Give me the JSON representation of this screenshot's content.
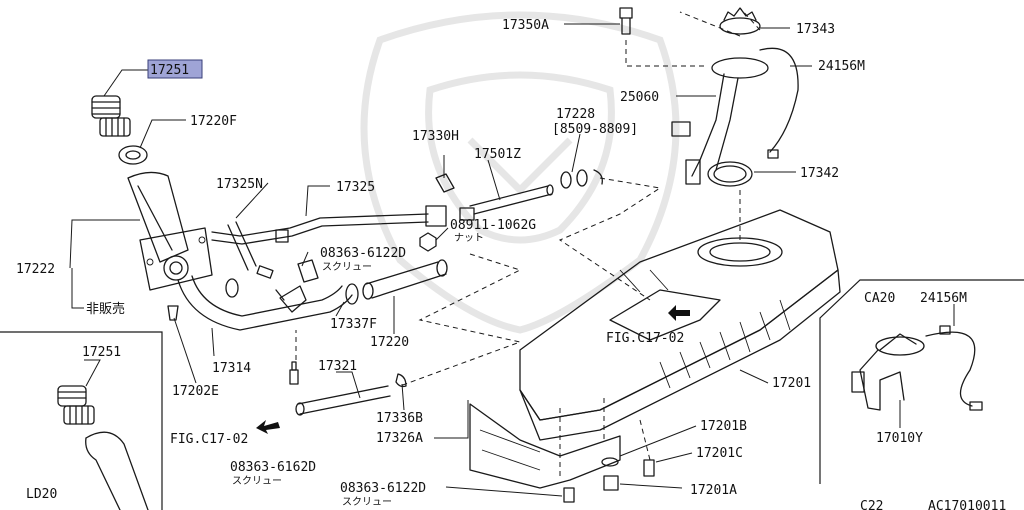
{
  "diagram": {
    "main_labels": [
      {
        "id": "p17251",
        "text": "17251",
        "highlight": true
      },
      {
        "id": "p17220F",
        "text": "17220F"
      },
      {
        "id": "p17222",
        "text": "17222"
      },
      {
        "id": "p_nonsale",
        "text": "非販売"
      },
      {
        "id": "p17325N",
        "text": "17325N"
      },
      {
        "id": "p17325",
        "text": "17325"
      },
      {
        "id": "p17330H",
        "text": "17330H"
      },
      {
        "id": "p17501Z",
        "text": "17501Z"
      },
      {
        "id": "p17228",
        "text": "17228"
      },
      {
        "id": "p17228_range",
        "text": "[8509-8809]"
      },
      {
        "id": "p17350A",
        "text": "17350A"
      },
      {
        "id": "p17343",
        "text": "17343"
      },
      {
        "id": "p24156M",
        "text": "24156M"
      },
      {
        "id": "p25060",
        "text": "25060"
      },
      {
        "id": "p17342",
        "text": "17342"
      },
      {
        "id": "p08911",
        "text": "08911-1062G"
      },
      {
        "id": "p08911_sub",
        "text": "ナット"
      },
      {
        "id": "p08363a",
        "text": "08363-6122D"
      },
      {
        "id": "p08363a_sub",
        "text": "スクリュー"
      },
      {
        "id": "p17337F",
        "text": "17337F"
      },
      {
        "id": "p17220",
        "text": "17220"
      },
      {
        "id": "p17314",
        "text": "17314"
      },
      {
        "id": "p17202E",
        "text": "17202E"
      },
      {
        "id": "p17321",
        "text": "17321"
      },
      {
        "id": "p17336B",
        "text": "17336B"
      },
      {
        "id": "p17326A",
        "text": "17326A"
      },
      {
        "id": "pfig1",
        "text": "FIG.C17-02"
      },
      {
        "id": "pfig2",
        "text": "FIG.C17-02"
      },
      {
        "id": "p08363b",
        "text": "08363-6162D"
      },
      {
        "id": "p08363b_sub",
        "text": "スクリュー"
      },
      {
        "id": "p08363c",
        "text": "08363-6122D"
      },
      {
        "id": "p08363c_sub",
        "text": "スクリュー"
      },
      {
        "id": "p17201",
        "text": "17201"
      },
      {
        "id": "p17201B",
        "text": "17201B"
      },
      {
        "id": "p17201C",
        "text": "17201C"
      },
      {
        "id": "p17201A",
        "text": "17201A"
      }
    ],
    "inset_ld20": {
      "part_label": "17251",
      "variant_label": "LD20"
    },
    "inset_ca20": {
      "variant_label": "CA20",
      "part_label_sender": "24156M",
      "part_label_unit": "17010Y"
    },
    "footer": {
      "model": "C22",
      "diagram_code": "AC17010011"
    }
  }
}
